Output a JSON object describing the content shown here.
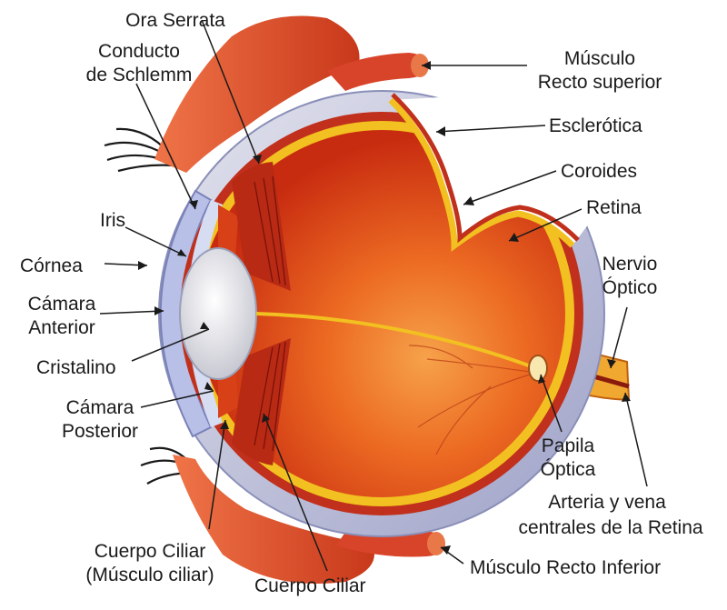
{
  "diagram": {
    "colors": {
      "muscle": "#e0502a",
      "sclera": "#c9c9d8",
      "choroid": "#c0301c",
      "retina": "#f2c020",
      "vitreous": "#e8501c",
      "lens": "#e8e8ee",
      "cornea": "#b8c0e8"
    },
    "labels": {
      "ora_serrata": "Ora Serrata",
      "schlemm_1": "Conducto",
      "schlemm_2": "de Schlemm",
      "recto_sup_1": "Músculo",
      "recto_sup_2": "Recto superior",
      "esclerotica": "Esclerótica",
      "coroides": "Coroides",
      "retina": "Retina",
      "iris": "Iris",
      "cornea": "Córnea",
      "nervio_1": "Nervio",
      "nervio_2": "Óptico",
      "camara_ant_1": "Cámara",
      "camara_ant_2": "Anterior",
      "cristalino": "Cristalino",
      "camara_post_1": "Cámara",
      "camara_post_2": "Posterior",
      "papila_1": "Papila",
      "papila_2": "Óptica",
      "arteria_1": "Arteria y vena",
      "arteria_2": "centrales de la Retina",
      "ciliar_musc_1": "Cuerpo Ciliar",
      "ciliar_musc_2": "(Músculo ciliar)",
      "recto_inf": "Músculo Recto Inferior",
      "ciliar": "Cuerpo Ciliar"
    }
  }
}
